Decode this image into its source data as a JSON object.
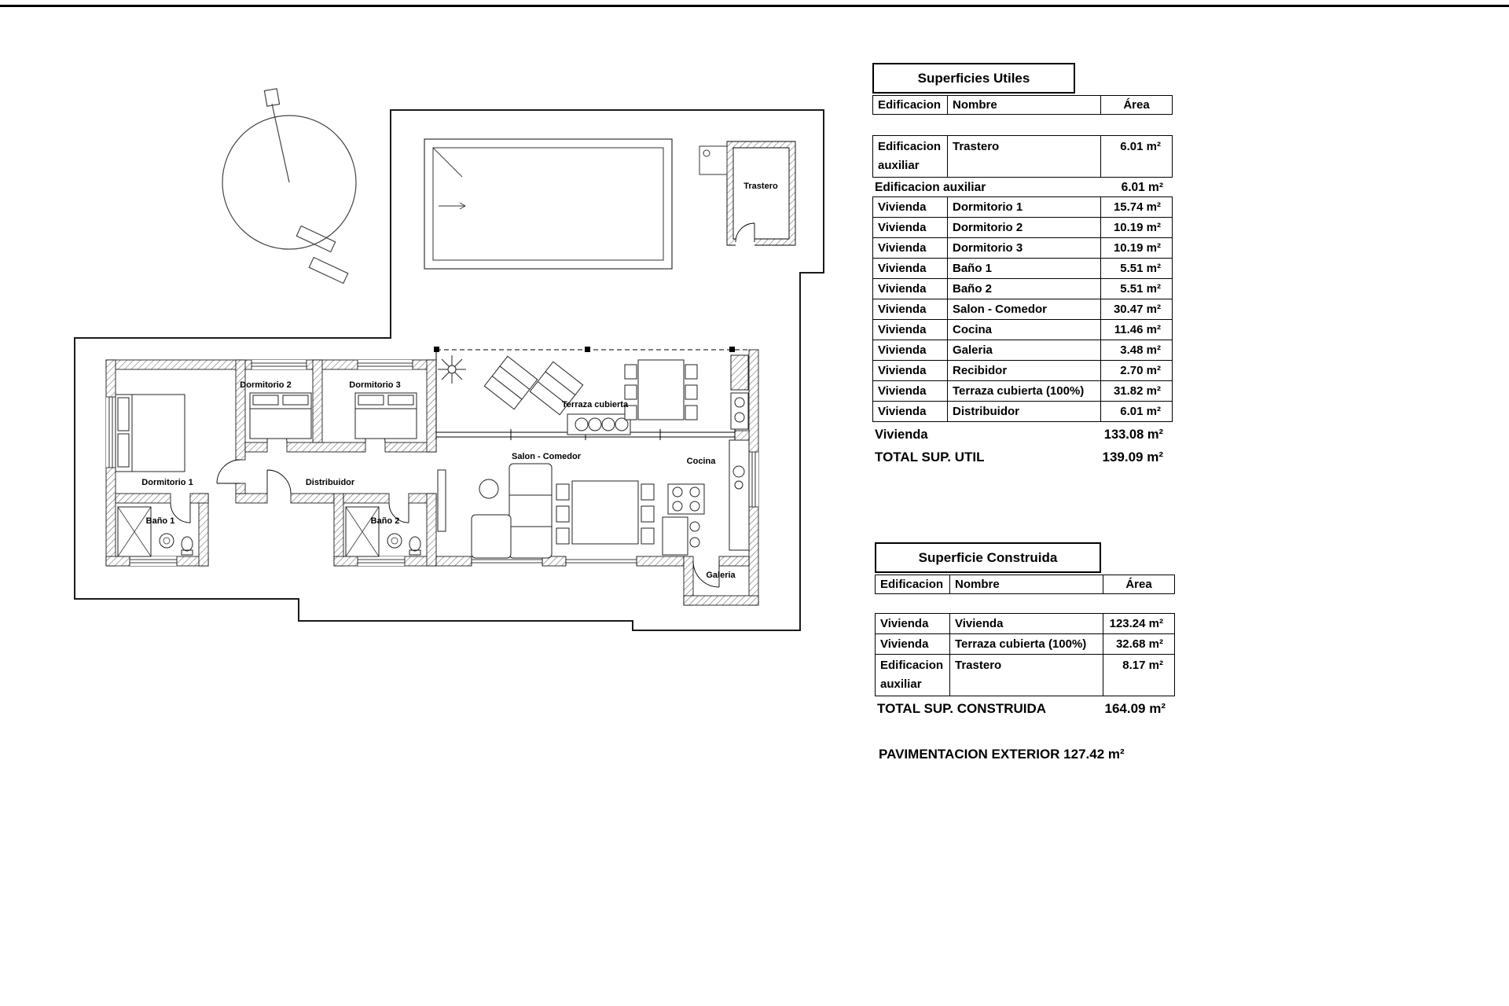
{
  "plan": {
    "rooms": {
      "trastero": "Trastero",
      "dormitorio1": "Dormitorio 1",
      "dormitorio2": "Dormitorio 2",
      "dormitorio3": "Dormitorio 3",
      "bano1": "Baño 1",
      "bano2": "Baño 2",
      "distribuidor": "Distribuidor",
      "salon": "Salon - Comedor",
      "cocina": "Cocina",
      "galeria": "Galeria",
      "terraza": "Terraza cubierta"
    }
  },
  "superficies_utiles": {
    "title": "Superficies Utiles",
    "headers": {
      "edificacion": "Edificacion",
      "nombre": "Nombre",
      "area": "Área"
    },
    "aux_row": {
      "edificacion": "Edificacion auxiliar",
      "nombre": "Trastero",
      "area": "6.01 m²"
    },
    "aux_subtotal": {
      "label": "Edificacion auxiliar",
      "area": "6.01 m²"
    },
    "rows": [
      {
        "edificacion": "Vivienda",
        "nombre": "Dormitorio 1",
        "area": "15.74 m²"
      },
      {
        "edificacion": "Vivienda",
        "nombre": "Dormitorio 2",
        "area": "10.19 m²"
      },
      {
        "edificacion": "Vivienda",
        "nombre": "Dormitorio 3",
        "area": "10.19 m²"
      },
      {
        "edificacion": "Vivienda",
        "nombre": "Baño 1",
        "area": "5.51 m²"
      },
      {
        "edificacion": "Vivienda",
        "nombre": "Baño 2",
        "area": "5.51 m²"
      },
      {
        "edificacion": "Vivienda",
        "nombre": "Salon - Comedor",
        "area": "30.47 m²"
      },
      {
        "edificacion": "Vivienda",
        "nombre": "Cocina",
        "area": "11.46 m²"
      },
      {
        "edificacion": "Vivienda",
        "nombre": "Galeria",
        "area": "3.48 m²"
      },
      {
        "edificacion": "Vivienda",
        "nombre": "Recibidor",
        "area": "2.70 m²"
      },
      {
        "edificacion": "Vivienda",
        "nombre": "Terraza cubierta (100%)",
        "area": "31.82 m²"
      },
      {
        "edificacion": "Vivienda",
        "nombre": "Distribuidor",
        "area": "6.01 m²"
      }
    ],
    "viv_subtotal": {
      "label": "Vivienda",
      "area": "133.08 m²"
    },
    "total": {
      "label": "TOTAL SUP. UTIL",
      "area": "139.09 m²"
    }
  },
  "superficie_construida": {
    "title": "Superficie Construida",
    "headers": {
      "edificacion": "Edificacion",
      "nombre": "Nombre",
      "area": "Área"
    },
    "rows": [
      {
        "edificacion": "Vivienda",
        "nombre": "Vivienda",
        "area": "123.24 m²"
      },
      {
        "edificacion": "Vivienda",
        "nombre": "Terraza cubierta (100%)",
        "area": "32.68 m²"
      },
      {
        "edificacion": "Edificacion auxiliar",
        "nombre": "Trastero",
        "area": "8.17 m²"
      }
    ],
    "total": {
      "label": "TOTAL SUP. CONSTRUIDA",
      "area": "164.09 m²"
    }
  },
  "footer": {
    "pavimentacion": "PAVIMENTACION EXTERIOR 127.42 m²"
  }
}
